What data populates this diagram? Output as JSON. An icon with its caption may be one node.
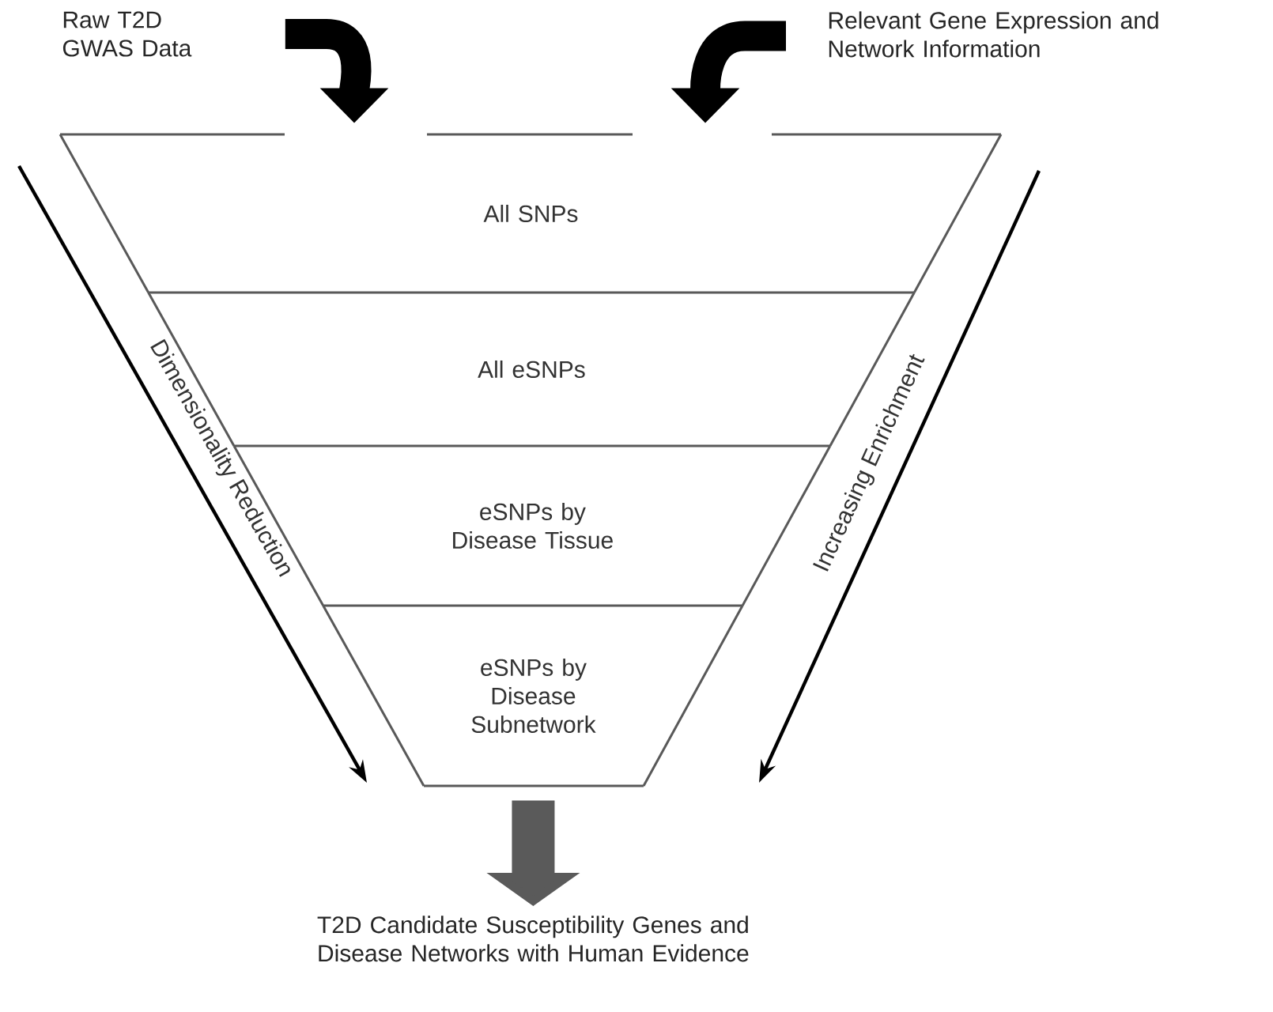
{
  "diagram": {
    "nodes": [
      {
        "text": [
          "Raw T2D GWAS Data"
        ]
      },
      {
        "text": [
          "Relevant Gene Expression and Network Information"
        ]
      },
      {
        "text": [
          "All SNPs"
        ]
      },
      {
        "text": [
          "All eSNPs"
        ]
      },
      {
        "text": [
          "eSNPs by Disease Tissue"
        ]
      },
      {
        "text": [
          "eSNPs by Disease Subnetwork"
        ]
      },
      {
        "text": [
          "T2D Candidate Susceptibility Genes and Disease Networks with Human Evidence"
        ]
      }
    ],
    "edges": [
      {
        "from": 0,
        "to": 2,
        "arrow": "to"
      },
      {
        "from": 1,
        "to": 2,
        "arrow": "to"
      },
      {
        "from": 5,
        "to": 6,
        "arrow": "to",
        "color": "#5a5a5a"
      }
    ],
    "labels": [
      "Dimensionality Reduction",
      "Increasing Enrichment"
    ]
  }
}
